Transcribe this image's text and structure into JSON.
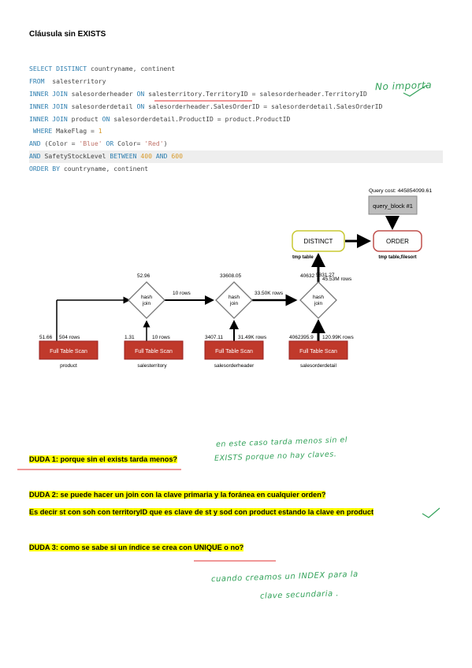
{
  "title": "Cláusula sin EXISTS",
  "sql": {
    "l1_kw": "SELECT DISTINCT",
    "l1_rest": " countryname, continent",
    "l2_kw": "FROM",
    "l2_rest": "  salesterritory",
    "l3_kw": "INNER JOIN",
    "l3_a": " salesorderheader ",
    "l3_on": "ON",
    "l3_b": " salesterritory.TerritoryID = salesorderheader.TerritoryID",
    "l4_kw": "INNER JOIN",
    "l4_a": " salesorderdetail ",
    "l4_on": "ON",
    "l4_b": " salesorderheader.SalesOrderID = salesorderdetail.SalesOrderID",
    "l5_kw": "INNER JOIN",
    "l5_a": " product ",
    "l5_on": "ON",
    "l5_b": " salesorderdetail.ProductID = product.ProductID",
    "l6_kw": " WHERE",
    "l6_a": " MakeFlag = ",
    "l6_num": "1",
    "l7_kw": "AND",
    "l7_a": " (Color = ",
    "l7_s1": "'Blue'",
    "l7_or": " OR",
    "l7_b": " Color= ",
    "l7_s2": "'Red'",
    "l7_c": ")",
    "l8_kw": "AND",
    "l8_a": " SafetyStockLevel ",
    "l8_between": "BETWEEN",
    "l8_n1": " 400",
    "l8_and": " AND",
    "l8_n2": " 600",
    "l9_kw": "ORDER BY",
    "l9_rest": " countryname, continent"
  },
  "annotations": {
    "no_importa": "No importa",
    "answer1_line1": "en este   caso tarda menos  sin   el",
    "answer1_line2": "EXISTS   porque  no  hay  claves.",
    "answer3_line1": "cuando   creamos  un   INDEX  para  la",
    "answer3_line2": "clave  secundaria ."
  },
  "plan": {
    "query_cost": "Query cost: 445854099.61",
    "query_block": "query_block #1",
    "distinct": "DISTINCT",
    "order": "ORDER",
    "tmp_table": "tmp table",
    "tmp_table_filesort": "tmp table,filesort",
    "hash_join": [
      "hash",
      "join"
    ],
    "join1_cost": "52.96",
    "join1_rows": "10 rows",
    "join2_cost": "33608.05",
    "join2_rows": "33.50K rows",
    "join3_cost": "40632",
    "join3_cost_tail": "5831.27",
    "join3_rows": "45.53M rows",
    "scans": [
      {
        "cost": "51.66",
        "rows": "504 rows",
        "label": "Full Table Scan",
        "table": "product"
      },
      {
        "cost": "1.31",
        "rows": "10 rows",
        "label": "Full Table Scan",
        "table": "salesterritory"
      },
      {
        "cost": "3407.11",
        "rows": "31.49K rows",
        "label": "Full Table Scan",
        "table": "salesorderheader"
      },
      {
        "cost": "4062395.9",
        "rows": "120.99K rows",
        "label": "Full Table Scan",
        "table": "salesorderdetail"
      }
    ]
  },
  "questions": {
    "q1": "DUDA 1: porque sin el exists tarda menos?",
    "q2": "DUDA 2: se puede hacer un join con la clave primaria y la foránea en cualquier orden?",
    "q2b": "Es decir st con soh con territoryID que es clave de st y sod con product estando la clave en product",
    "q3": "DUDA 3: como se sabe si un índice se crea con UNIQUE o no?"
  },
  "colors": {
    "scan": "#c0392b",
    "distinct": "#c8c832",
    "order": "#c0504d",
    "query_block": "#bdbdbd",
    "highlight": "#ffff00",
    "handwriting": "#33a25a",
    "red_line": "#e03030"
  }
}
